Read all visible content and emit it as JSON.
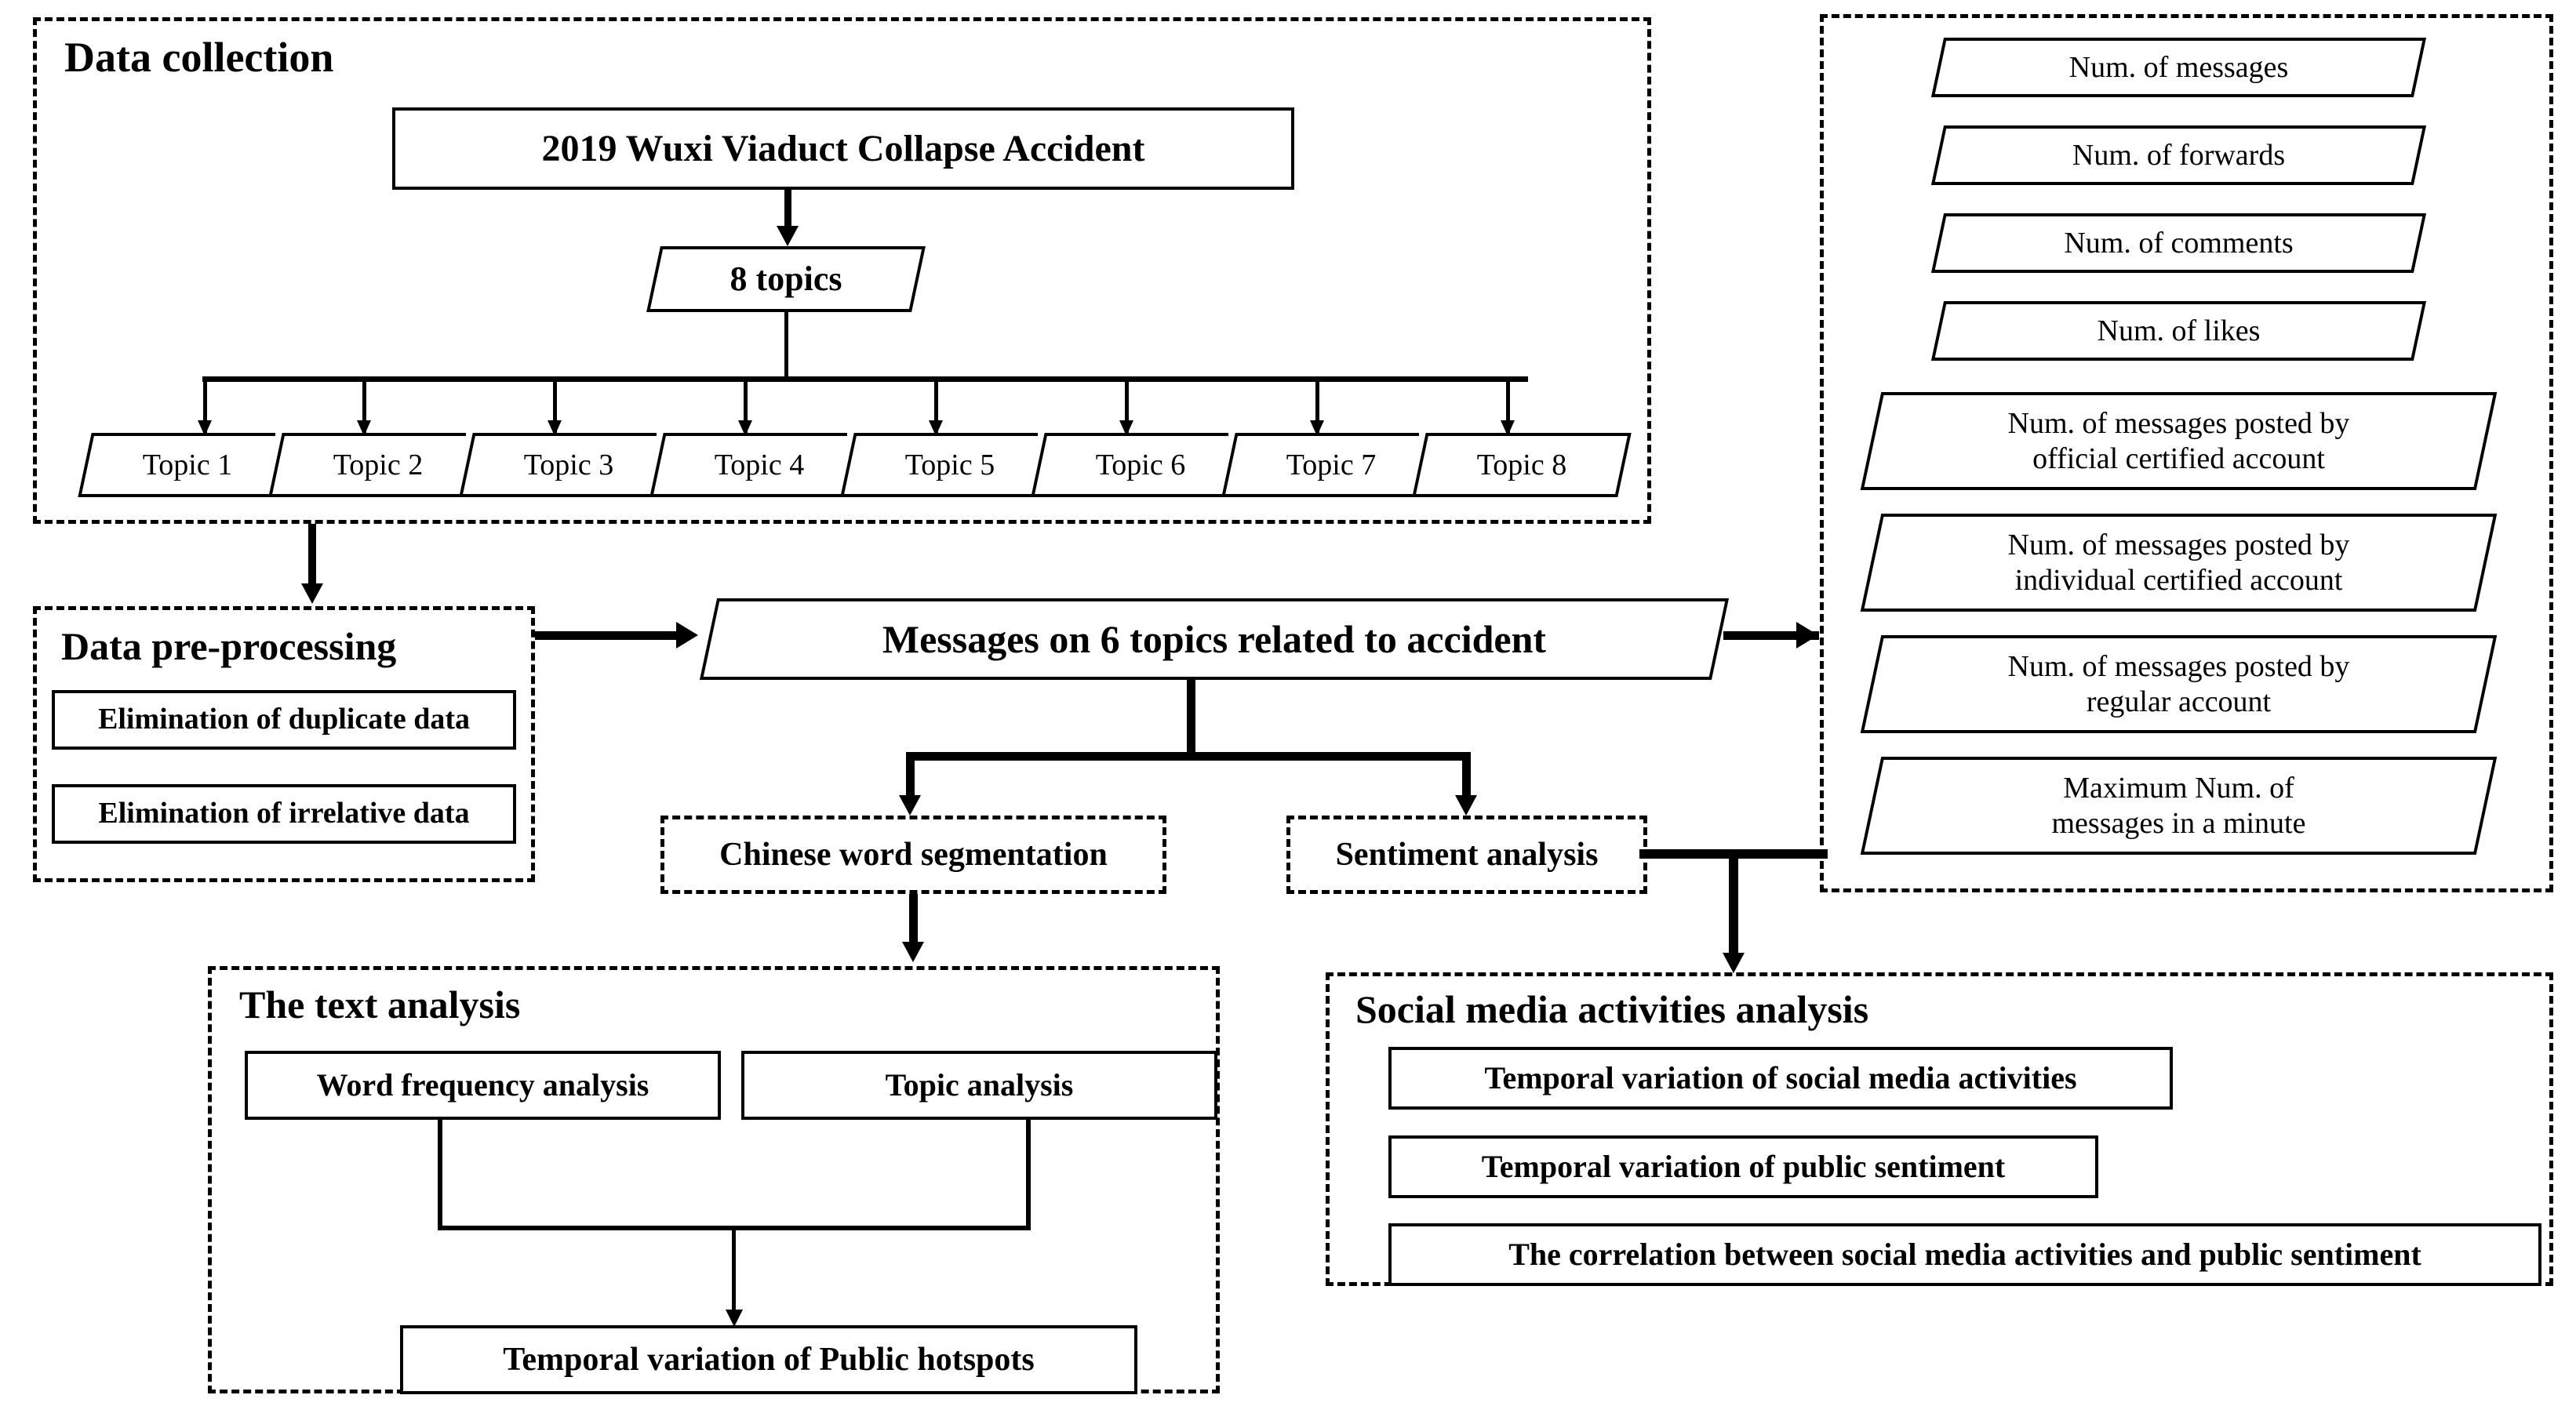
{
  "figure": {
    "type": "flowchart",
    "description": "Research framework flowchart for social media analysis of the 2019 Wuxi Viaduct Collapse Accident"
  },
  "data_collection": {
    "title": "Data collection",
    "source_event": "2019 Wuxi Viaduct Collapse Accident",
    "topics_node": "8 topics",
    "topics": [
      "Topic 1",
      "Topic 2",
      "Topic 3",
      "Topic 4",
      "Topic 5",
      "Topic 6",
      "Topic 7",
      "Topic 8"
    ]
  },
  "data_preprocessing": {
    "title": "Data pre-processing",
    "steps": [
      "Elimination of duplicate data",
      "Elimination of irrelative data"
    ]
  },
  "messages_node": {
    "label": "Messages on 6 topics related to accident"
  },
  "processing": {
    "segmentation": "Chinese word segmentation",
    "sentiment": "Sentiment analysis"
  },
  "metrics_panel": {
    "items": [
      "Num. of messages",
      "Num. of forwards",
      "Num. of comments",
      "Num. of likes",
      "Num. of messages  posted by official  certified  account",
      "Num. of messages  posted by individual  certified  account",
      "Num. of messages  posted by regular  account",
      "Maximum Num. of messages  in a minute"
    ],
    "items_lines": [
      [
        "Num. of messages"
      ],
      [
        "Num. of forwards"
      ],
      [
        "Num. of comments"
      ],
      [
        "Num. of likes"
      ],
      [
        "Num. of messages  posted by",
        "official  certified  account"
      ],
      [
        "Num. of messages  posted by",
        "individual  certified  account"
      ],
      [
        "Num. of messages  posted by",
        "regular  account"
      ],
      [
        "Maximum Num. of",
        "messages  in a minute"
      ]
    ]
  },
  "text_analysis": {
    "title": "The text analysis",
    "methods": [
      "Word  frequency analysis",
      "Topic  analysis"
    ],
    "output": "Temporal variation of Public hotspots"
  },
  "social_media_analysis": {
    "title": "Social media activities analysis",
    "items": [
      "Temporal variation of social media activities",
      "Temporal variation of public sentiment",
      "The correlation  between social media activities and public sentiment"
    ]
  },
  "style": {
    "line_color": "#000000",
    "background": "#ffffff"
  }
}
